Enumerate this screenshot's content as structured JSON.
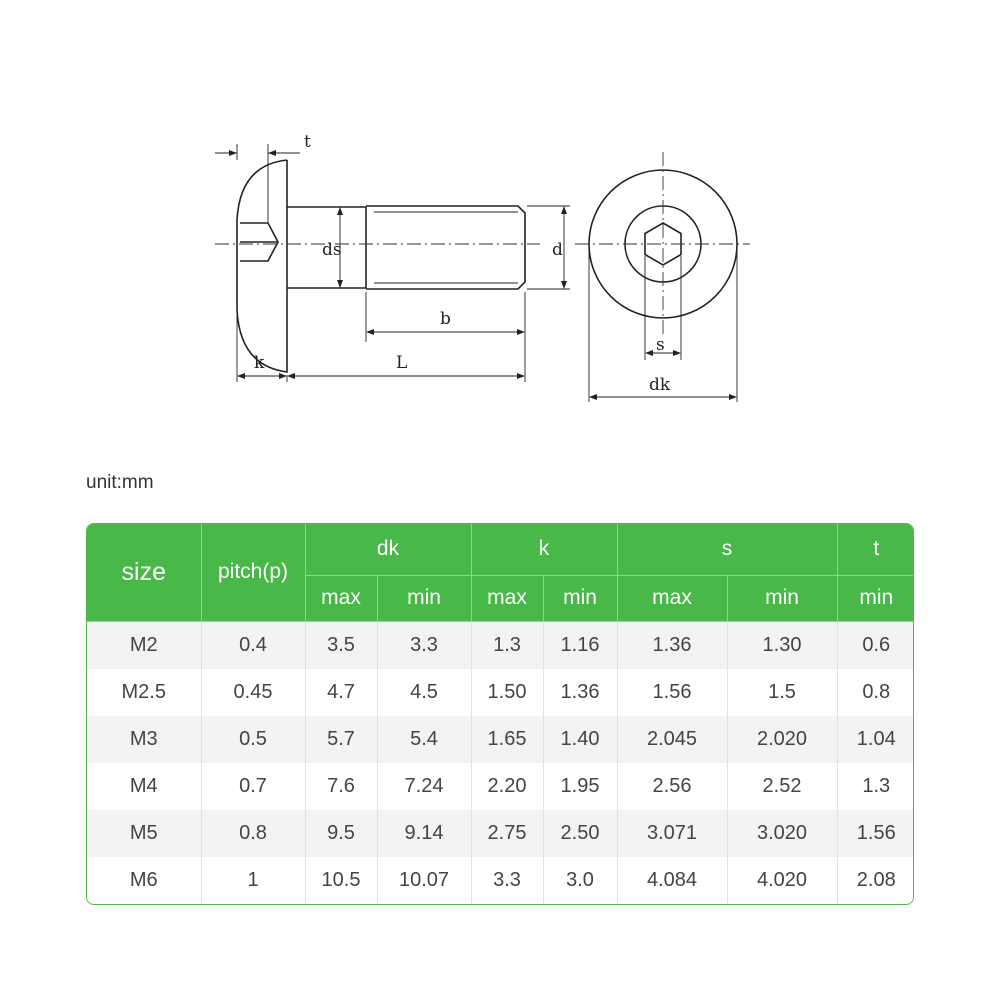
{
  "drawing_labels": {
    "t": "t",
    "ds": "ds",
    "d": "d",
    "b": "b",
    "k": "k",
    "L": "L",
    "s": "s",
    "dk": "dk"
  },
  "unit_label": "unit:mm",
  "table": {
    "header": {
      "size": "size",
      "pitch": "pitch(p)",
      "dk": "dk",
      "k": "k",
      "s": "s",
      "t": "t",
      "sub": [
        "max",
        "min",
        "max",
        "min",
        "max",
        "min",
        "min"
      ]
    },
    "rows": [
      [
        "M2",
        "0.4",
        "3.5",
        "3.3",
        "1.3",
        "1.16",
        "1.36",
        "1.30",
        "0.6"
      ],
      [
        "M2.5",
        "0.45",
        "4.7",
        "4.5",
        "1.50",
        "1.36",
        "1.56",
        "1.5",
        "0.8"
      ],
      [
        "M3",
        "0.5",
        "5.7",
        "5.4",
        "1.65",
        "1.40",
        "2.045",
        "2.020",
        "1.04"
      ],
      [
        "M4",
        "0.7",
        "7.6",
        "7.24",
        "2.20",
        "1.95",
        "2.56",
        "2.52",
        "1.3"
      ],
      [
        "M5",
        "0.8",
        "9.5",
        "9.14",
        "2.75",
        "2.50",
        "3.071",
        "3.020",
        "1.56"
      ],
      [
        "M6",
        "1",
        "10.5",
        "10.07",
        "3.3",
        "3.0",
        "4.084",
        "4.020",
        "2.08"
      ]
    ]
  }
}
